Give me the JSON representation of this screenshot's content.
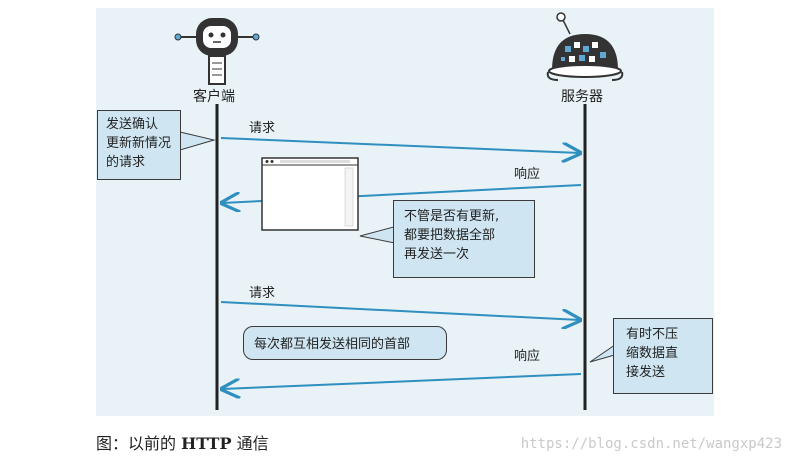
{
  "actors": {
    "client": {
      "label": "客户端",
      "icon": "robot-client-icon"
    },
    "server": {
      "label": "服务器",
      "icon": "robot-server-icon"
    }
  },
  "exchange_1": {
    "request_label": "请求",
    "response_label": "响应",
    "client_note": [
      "发送确认",
      "更新新情况",
      "的请求"
    ],
    "server_note": [
      "不管是否有更新,",
      "都要把数据全部",
      "再发送一次"
    ]
  },
  "exchange_2": {
    "request_label": "请求",
    "response_label": "响应",
    "middle_note": "每次都互相发送相同的首部",
    "server_note": [
      "有时不压",
      "缩数据直",
      "接发送"
    ]
  },
  "caption": {
    "prefix": "图：以前的 ",
    "bold": "HTTP",
    "suffix": " 通信"
  },
  "watermark": "https://blog.csdn.net/wangxp423",
  "colors": {
    "background_panel": "#e8f2f7",
    "arrow": "#2f8fbf",
    "note_fill": "#cfe6f2"
  }
}
